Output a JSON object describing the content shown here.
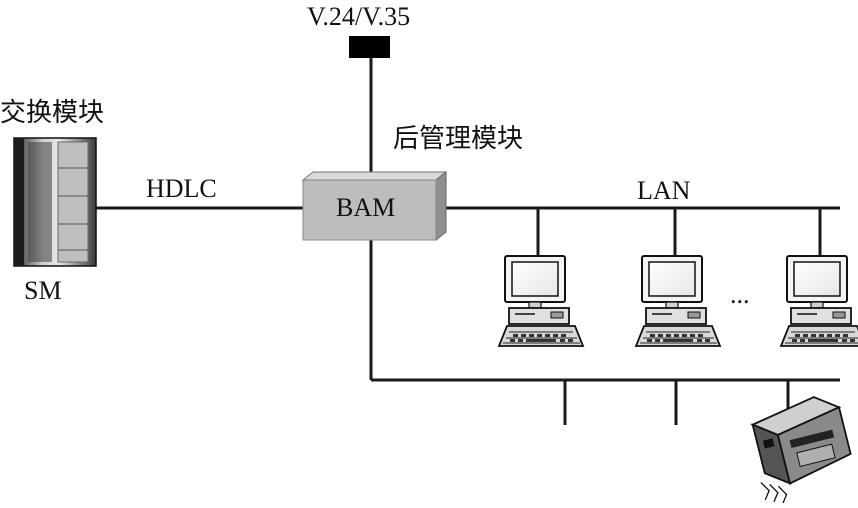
{
  "labels": {
    "interface": "V.24/V.35",
    "switch_module_cn": "交换模块",
    "switch_module_abbr": "SM",
    "backend_module_cn": "后管理模块",
    "link": "HDLC",
    "bam": "BAM",
    "lan": "LAN",
    "ellipsis": "..."
  },
  "colors": {
    "line": "#1a1a1a",
    "bam_box": "#bdbdbd",
    "bam_box_side": "#8f8f8f",
    "bam_box_top": "#d9d9d9",
    "text": "#111111"
  },
  "icons": {
    "switch_cabinet": "server-rack-icon",
    "terminal": "computer-terminal-icon",
    "printer": "printer-icon",
    "connector": "interface-port-icon"
  }
}
